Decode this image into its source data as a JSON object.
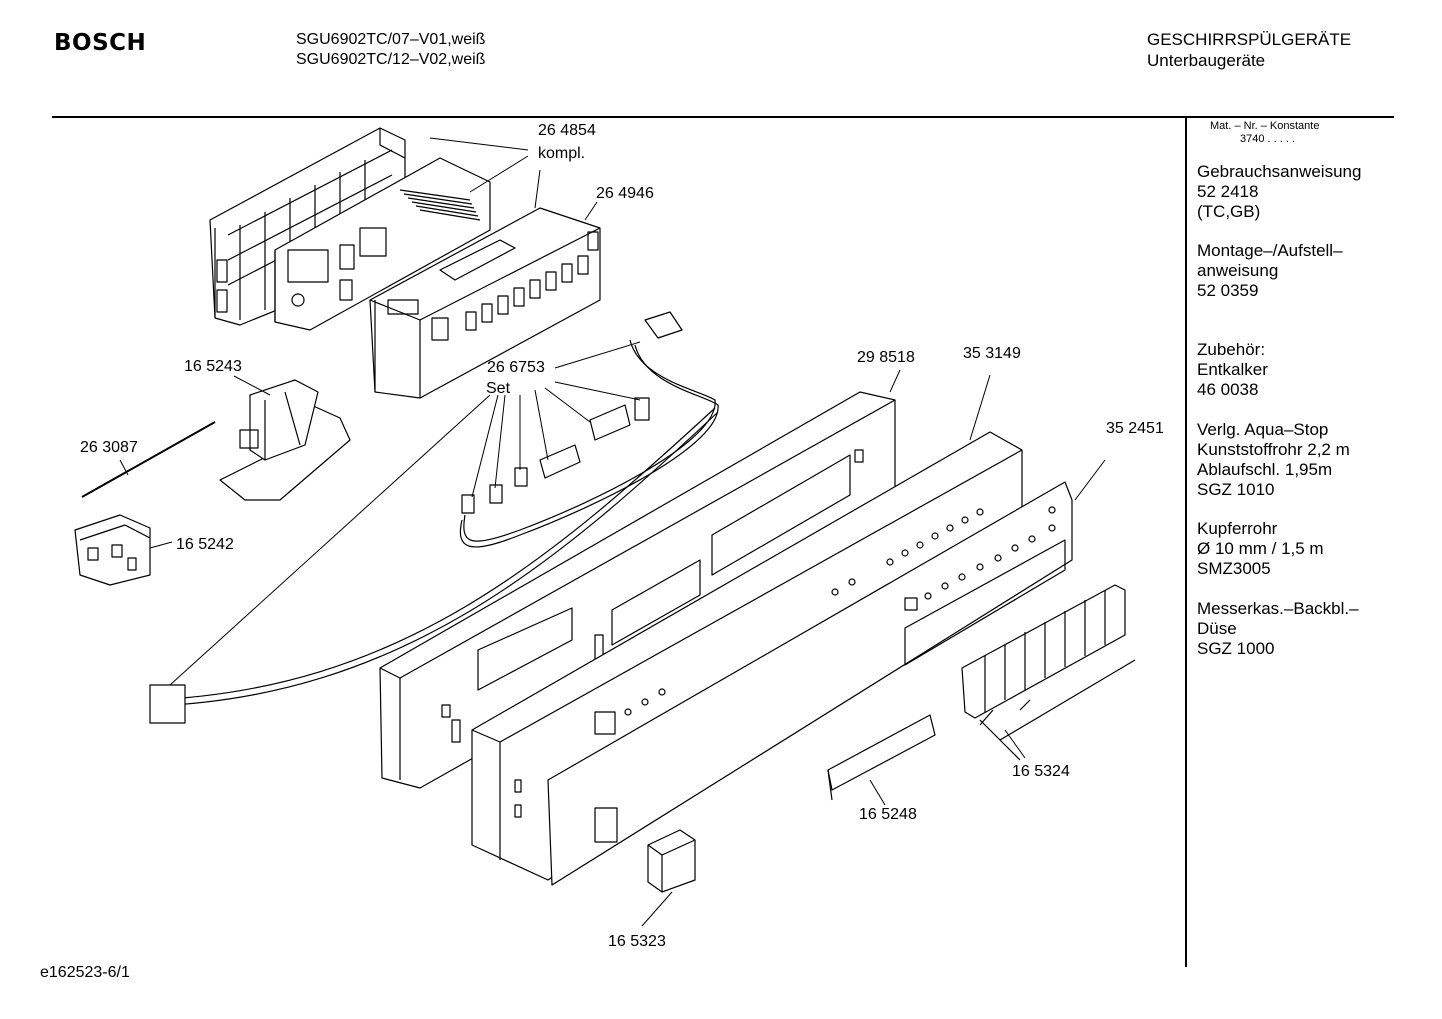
{
  "header": {
    "brand": "BOSCH",
    "models": [
      "SGU6902TC/07–V01,weiß",
      "SGU6902TC/12–V02,weiß"
    ],
    "category": "GESCHIRRSPÜLGERÄTE",
    "subcategory": "Unterbaugeräte"
  },
  "footer": {
    "code": "e162523-6/1"
  },
  "sidebar": {
    "mat_header": "Mat. – Nr. – Konstante",
    "mat_value": "3740  .  .  .  .  .",
    "gebrauch": [
      "Gebrauchsanweisung",
      "52 2418",
      "(TC,GB)"
    ],
    "montage": [
      "Montage–/Aufstell–",
      "anweisung",
      "52 0359"
    ],
    "zubehoer": [
      "Zubehör:",
      "Entkalker",
      "46 0038"
    ],
    "aquastop": [
      "Verlg. Aqua–Stop",
      "Kunststoffrohr 2,2 m",
      "Ablaufschl. 1,95m",
      "SGZ 1010"
    ],
    "kupfer": [
      "Kupferrohr",
      "Ø 10 mm / 1,5 m",
      "SMZ3005"
    ],
    "messer": [
      "Messerkas.–Backbl.–",
      "Düse",
      "SGZ 1000"
    ]
  },
  "parts": {
    "p264854": "26 4854",
    "p264854_note": "kompl.",
    "p264946": "26 4946",
    "p165243": "16 5243",
    "p263087": "26 3087",
    "p165242": "16 5242",
    "p266753": "26 6753",
    "p266753_note": "Set",
    "p298518": "29 8518",
    "p353149": "35 3149",
    "p352451": "35 2451",
    "p165324": "16 5324",
    "p165248": "16 5248",
    "p165323": "16 5323"
  }
}
